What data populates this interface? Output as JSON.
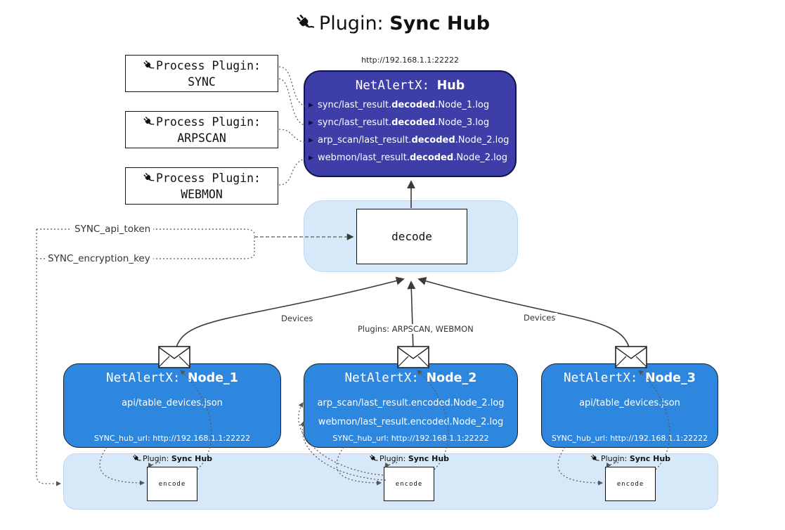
{
  "title": {
    "label": "Plugin:",
    "name": "Sync Hub"
  },
  "hub": {
    "url": "http://192.168.1.1:22222",
    "name_prefix": "NetAlertX:",
    "name_bold": "Hub",
    "lines": [
      {
        "pre": "sync/last_result.",
        "bold": "decoded",
        "post": ".Node_1.log"
      },
      {
        "pre": "sync/last_result.",
        "bold": "decoded",
        "post": ".Node_3.log"
      },
      {
        "pre": "arp_scan/last_result.",
        "bold": "decoded",
        "post": ".Node_2.log"
      },
      {
        "pre": "webmon/last_result.",
        "bold": "decoded",
        "post": ".Node_2.log"
      }
    ]
  },
  "process_plugins": [
    {
      "label": "Process Plugin:",
      "name": "SYNC"
    },
    {
      "label": "Process Plugin:",
      "name": "ARPSCAN"
    },
    {
      "label": "Process Plugin:",
      "name": "WEBMON"
    }
  ],
  "decode": {
    "label": "decode"
  },
  "settings": {
    "api_token": "SYNC_api_token",
    "encryption_key": "SYNC_encryption_key"
  },
  "edges": {
    "left": "Devices",
    "center": "Plugins: ARPSCAN, WEBMON",
    "right": "Devices"
  },
  "nodes": [
    {
      "name_prefix": "NetAlertX:",
      "name_bold": "Node_1",
      "lines": [
        "api/table_devices.json"
      ],
      "footer": "SYNC_hub_url: http://192.168.1.1:22222"
    },
    {
      "name_prefix": "NetAlertX:",
      "name_bold": "Node_2",
      "lines": [
        "arp_scan/last_result.encoded.Node_2.log",
        "webmon/last_result.encoded.Node_2.log"
      ],
      "footer": "SYNC_hub_url: http://192.168.1.1:22222"
    },
    {
      "name_prefix": "NetAlertX:",
      "name_bold": "Node_3",
      "lines": [
        "api/table_devices.json"
      ],
      "footer": "SYNC_hub_url: http://192.168.1.1:22222"
    }
  ],
  "encode": {
    "plugin_label": "Plugin:",
    "plugin_name": "Sync Hub",
    "box_label": "encode"
  },
  "icons": {
    "line_arrow": "▶"
  },
  "colors": {
    "hub_bg": "#3e3ea8",
    "node_bg": "#2e87de",
    "panel_bg": "#d7e8f8",
    "panel_border": "#bdd7f0",
    "arrow": "#3a3a3a",
    "dotted": "#555555"
  }
}
